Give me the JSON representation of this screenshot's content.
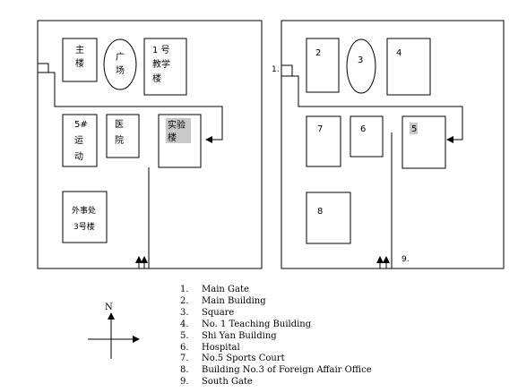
{
  "left_map": {
    "buildings": [
      {
        "id": "main",
        "lines": [
          "主",
          "楼"
        ]
      },
      {
        "id": "square",
        "lines": [
          "广",
          "场"
        ]
      },
      {
        "id": "teaching",
        "lines": [
          "1 号",
          "教学",
          "楼"
        ]
      },
      {
        "id": "sports",
        "lines": [
          "5#",
          "运",
          "动"
        ]
      },
      {
        "id": "hospital",
        "lines": [
          "医",
          "院"
        ]
      },
      {
        "id": "shiyan",
        "lines": [
          "实验",
          "楼"
        ]
      },
      {
        "id": "foreign",
        "lines": [
          "外事处",
          "3号楼"
        ]
      }
    ]
  },
  "right_map": {
    "numbers": {
      "main": "2",
      "square": "3",
      "teaching": "4",
      "sports": "7",
      "hospital": "6",
      "shiyan": "5",
      "foreign": "8"
    },
    "gate_main": "1.",
    "gate_south": "9."
  },
  "compass": {
    "label": "N"
  },
  "legend": [
    {
      "num": "1.",
      "text": "Main Gate"
    },
    {
      "num": "2.",
      "text": "Main Building"
    },
    {
      "num": "3.",
      "text": "Square"
    },
    {
      "num": "4.",
      "text": "No. 1 Teaching Building"
    },
    {
      "num": "5.",
      "text": "Shi Yan Building"
    },
    {
      "num": "6.",
      "text": "Hospital"
    },
    {
      "num": "7.",
      "text": "No.5 Sports Court"
    },
    {
      "num": "8.",
      "text": "Building No.3 of Foreign Affair Office"
    },
    {
      "num": "9.",
      "text": "South Gate"
    }
  ]
}
